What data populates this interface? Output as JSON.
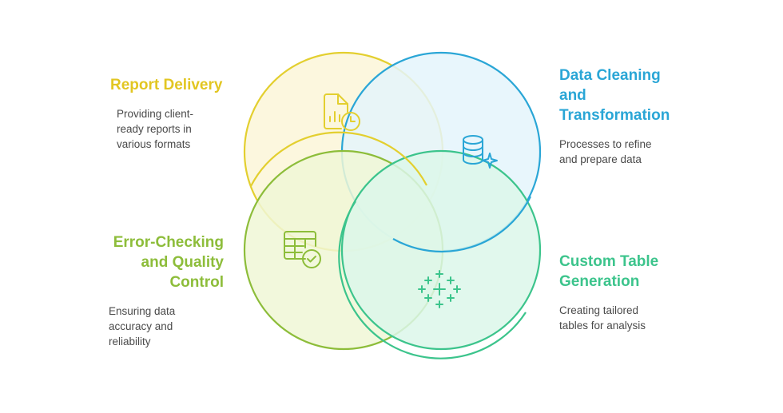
{
  "colors": {
    "yellow_stroke": "#e3cf2f",
    "yellow_fill": "#fbf6d8",
    "blue_stroke": "#2aa6d6",
    "blue_fill": "#e4f5fc",
    "green_stroke": "#8dbd3a",
    "green_fill": "#f0f7d6",
    "teal_stroke": "#3cc48c",
    "teal_fill": "#dcf7ea"
  },
  "items": [
    {
      "key": "report",
      "title_lines": [
        "Report Delivery"
      ],
      "desc_lines": [
        "Providing client-",
        "ready reports in",
        "various formats"
      ],
      "icon": "report-clock-icon"
    },
    {
      "key": "cleaning",
      "title_lines": [
        "Data Cleaning",
        "and",
        "Transformation"
      ],
      "desc_lines": [
        "Processes to refine",
        "and prepare data"
      ],
      "icon": "database-sparkle-icon"
    },
    {
      "key": "error",
      "title_lines": [
        "Error-Checking",
        "and Quality",
        "Control"
      ],
      "desc_lines": [
        "Ensuring data",
        "accuracy and",
        "reliability"
      ],
      "icon": "table-check-icon"
    },
    {
      "key": "custom",
      "title_lines": [
        "Custom Table",
        "Generation"
      ],
      "desc_lines": [
        "Creating tailored",
        "tables for analysis"
      ],
      "icon": "plus-grid-icon"
    }
  ]
}
